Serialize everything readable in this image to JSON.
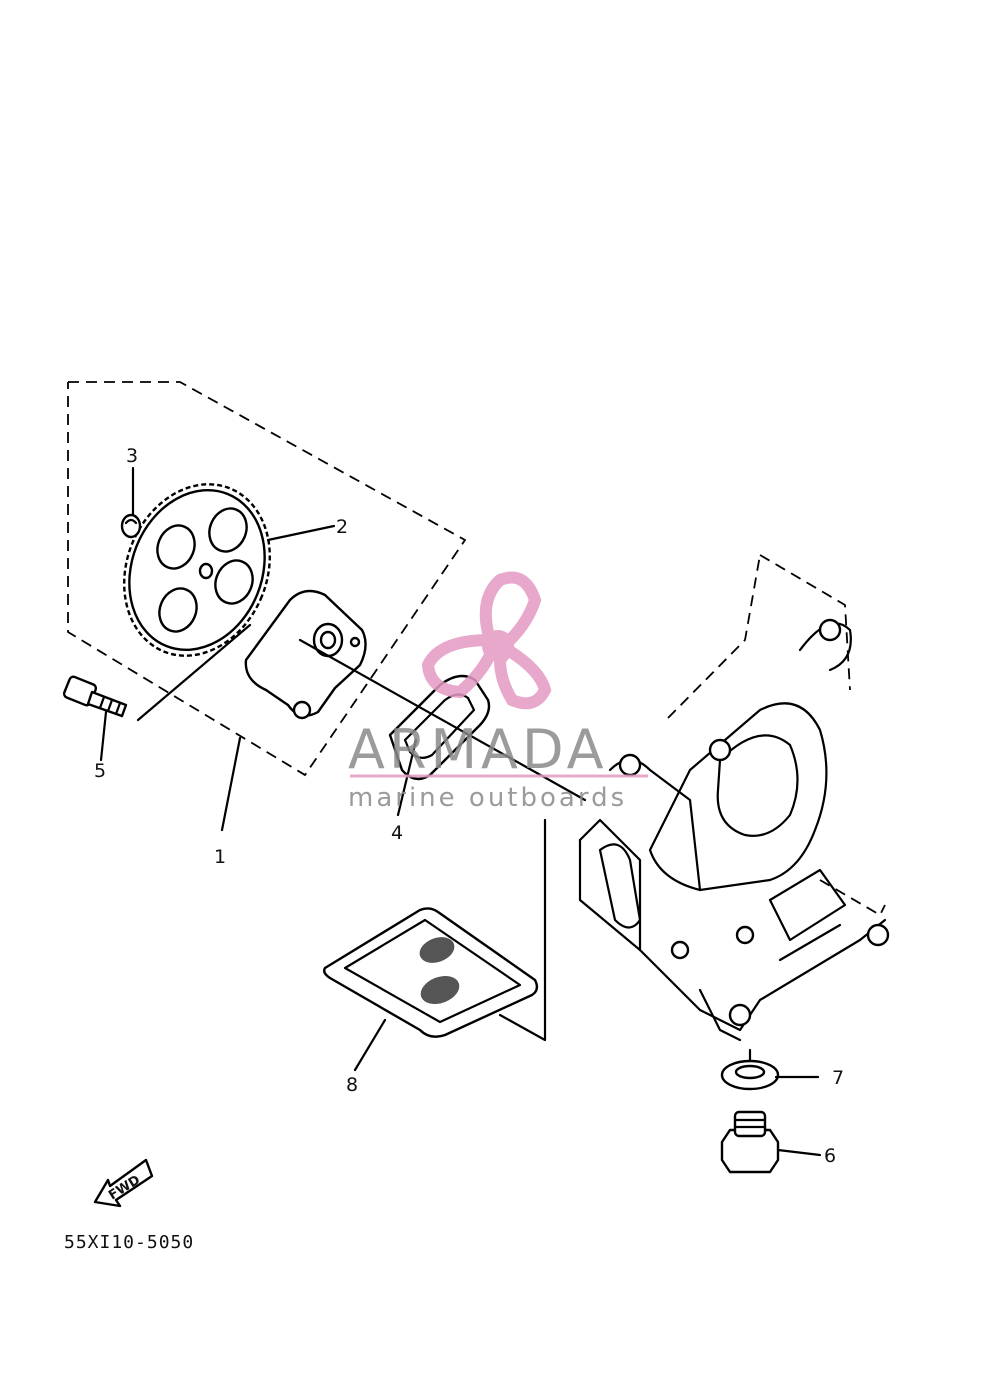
{
  "callouts": [
    "1",
    "2",
    "3",
    "4",
    "5",
    "6",
    "7",
    "8"
  ],
  "drawing_code": "55XI10-5050",
  "fwd_label": "FWD",
  "watermark": {
    "name": "ARMADA",
    "tagline": "marine outboards",
    "accent_color": "#e39ac3",
    "text_color": "#8a8a8a"
  },
  "icons": {
    "logo": "propeller-logo-icon",
    "direction": "fwd-arrow-icon"
  }
}
